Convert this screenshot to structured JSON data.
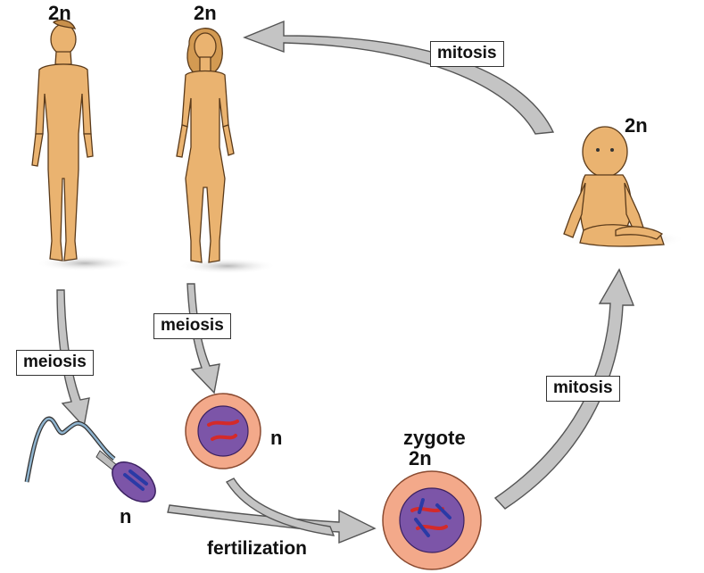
{
  "labels": {
    "man_ploidy": "2n",
    "woman_ploidy": "2n",
    "baby_ploidy": "2n",
    "egg_ploidy": "n",
    "sperm_ploidy": "n",
    "zygote_name": "zygote",
    "zygote_ploidy": "2n"
  },
  "steps": {
    "meiosis_male": "meiosis",
    "meiosis_female": "meiosis",
    "mitosis_top": "mitosis",
    "mitosis_right": "mitosis",
    "fertilization": "fertilization"
  },
  "colors": {
    "skin": "#eab370",
    "skin_outline": "#5a3a1a",
    "arrow_fill": "#c4c4c4",
    "arrow_outline": "#555555",
    "cell_outer": "#f3a98a",
    "cell_nucleus": "#7c55a8",
    "chromosome_red": "#d42a2a",
    "chromosome_blue": "#2a3aa6",
    "sperm_head": "#7c55a8"
  }
}
